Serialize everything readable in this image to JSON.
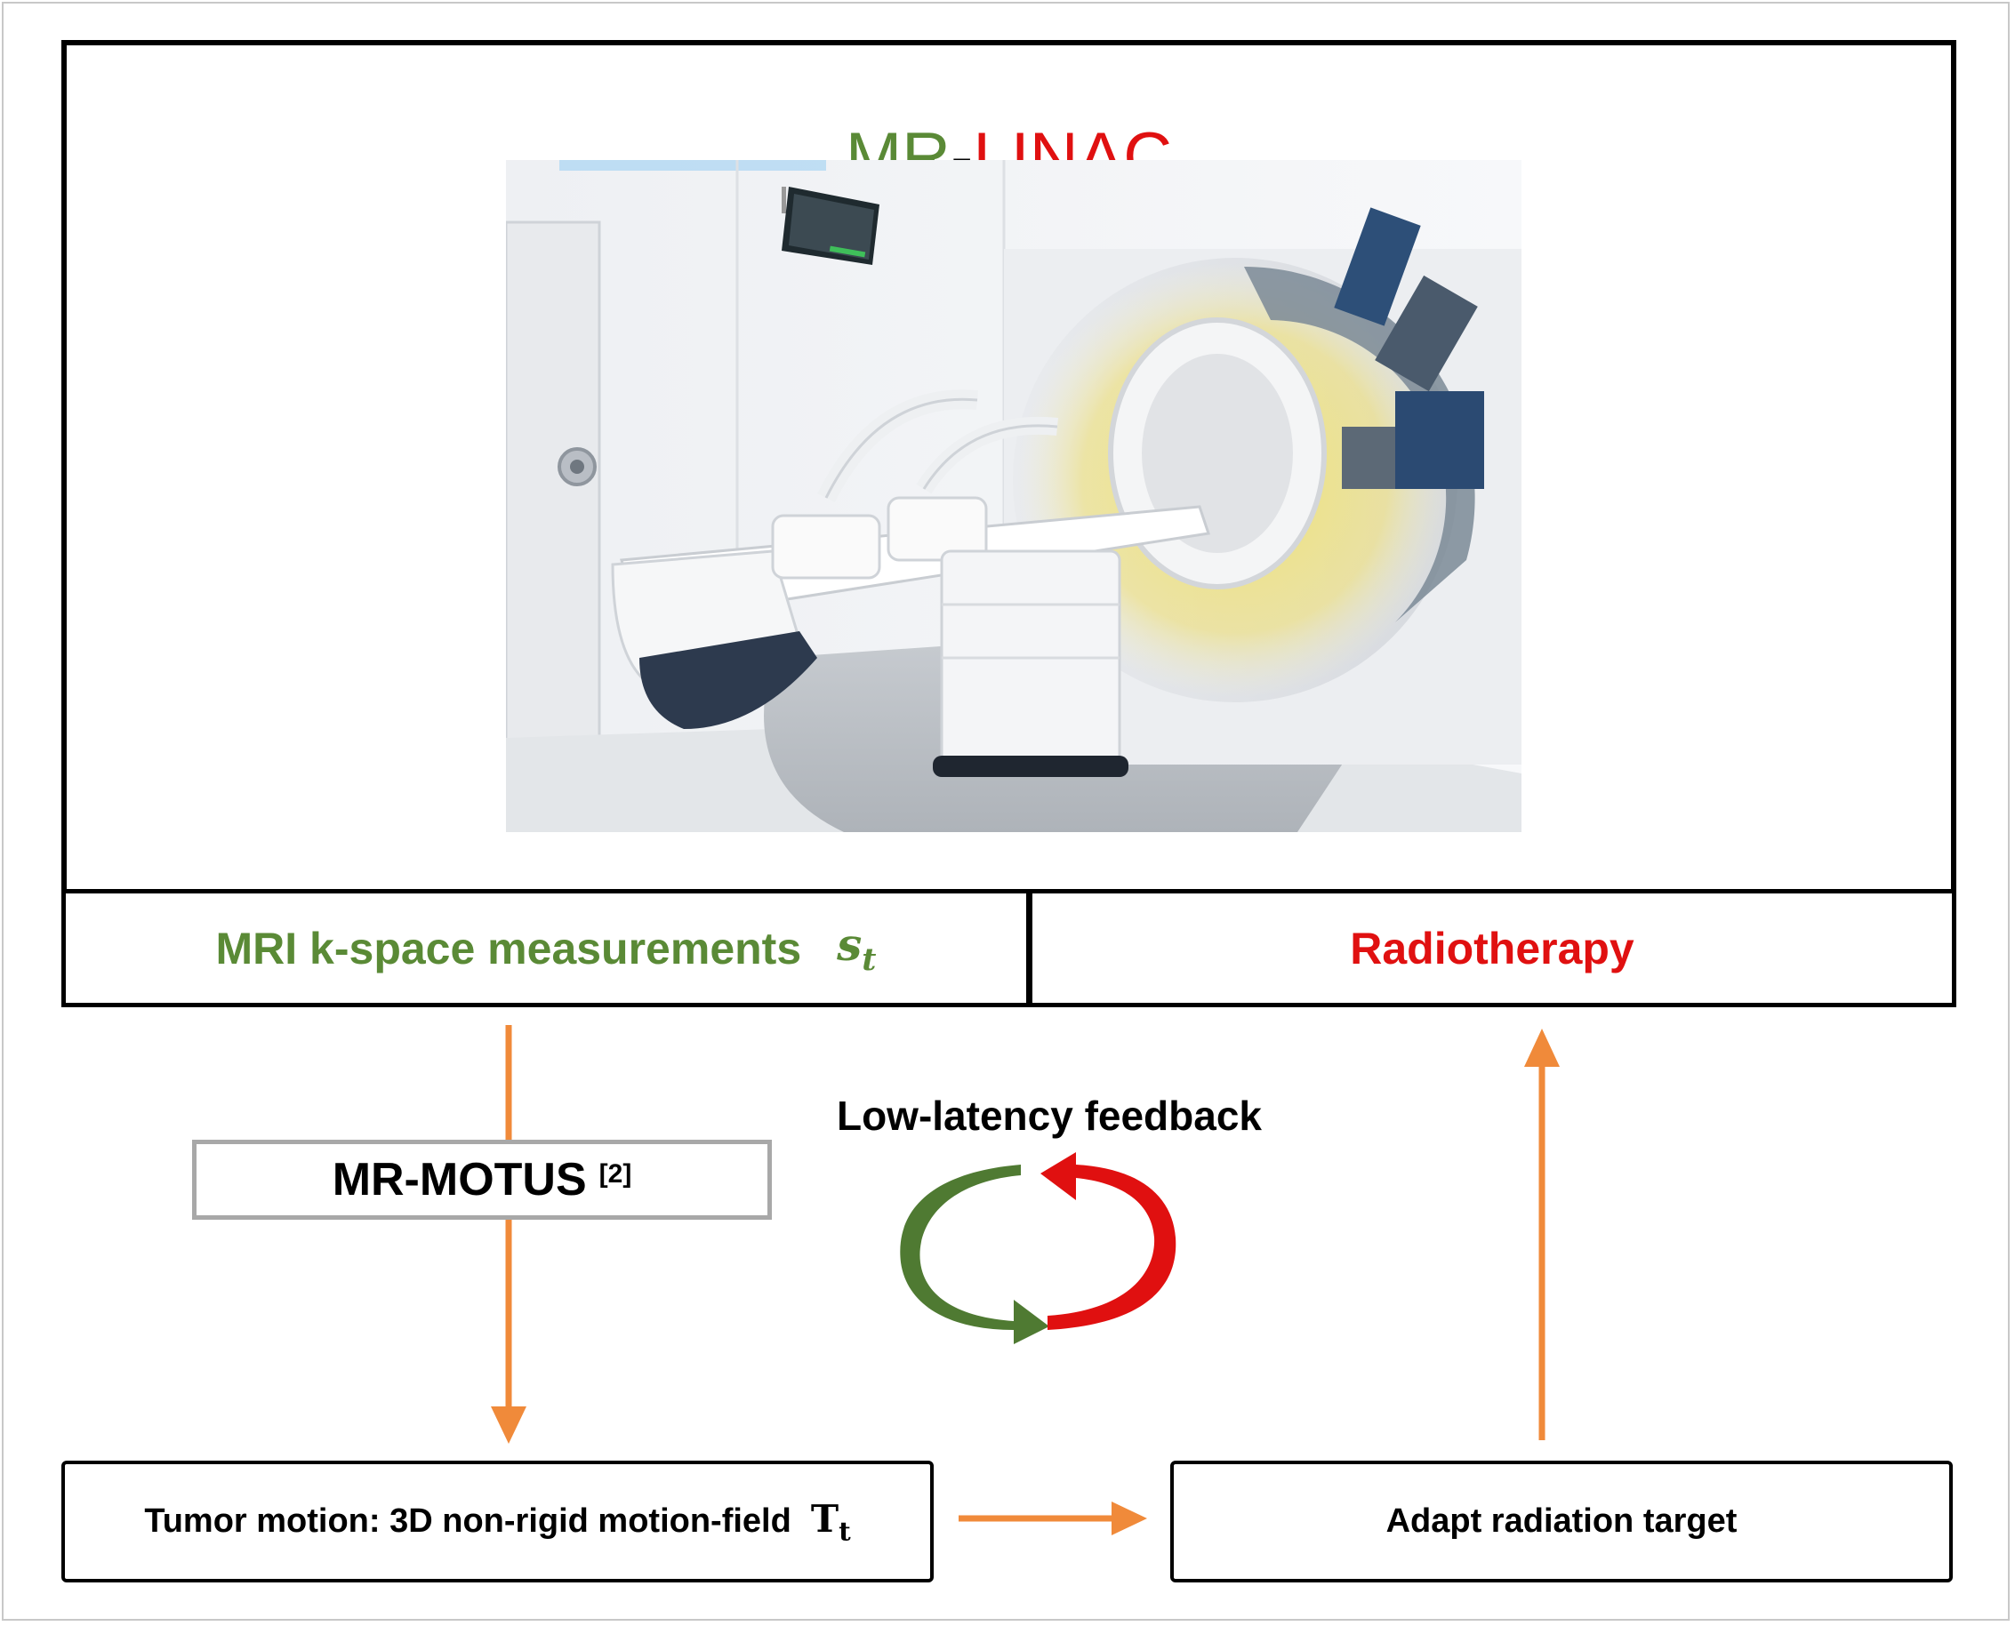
{
  "title": {
    "part1": "MR",
    "separator": "-",
    "part2": "LINAC"
  },
  "colors": {
    "green": "#5a8a36",
    "red": "#e01010",
    "orange": "#f08a3a",
    "gray_border": "#a8a8a8"
  },
  "image": {
    "alt": "MR-LINAC treatment room"
  },
  "mri_cell": {
    "label": "MRI k-space measurements",
    "symbol": "s",
    "subscript": "t"
  },
  "radiotherapy_cell": {
    "label": "Radiotherapy"
  },
  "motus": {
    "label": "MR-MOTUS",
    "ref": "[2]"
  },
  "feedback": {
    "label": "Low-latency feedback"
  },
  "tumor_box": {
    "label": "Tumor motion: 3D non-rigid motion-field",
    "symbol": "T",
    "subscript": "t"
  },
  "adapt_box": {
    "label": "Adapt radiation target"
  }
}
